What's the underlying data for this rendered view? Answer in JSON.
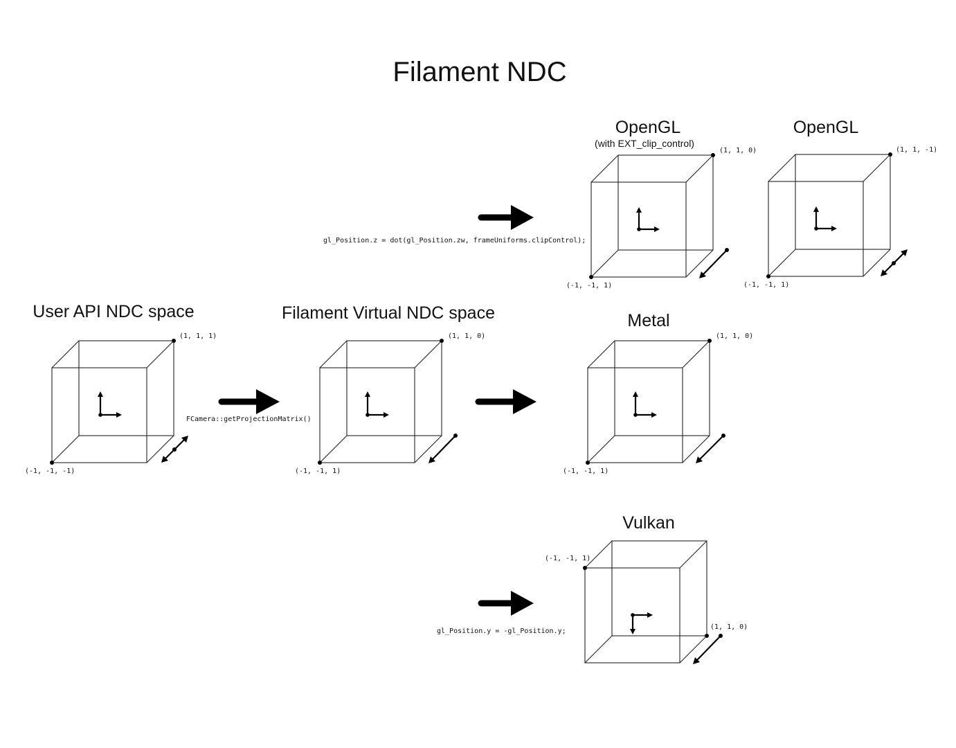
{
  "page_title": "Filament NDC",
  "colors": {
    "ink": "#000000",
    "background": "#ffffff"
  },
  "cubes": [
    {
      "id": "user-api",
      "title": "User API NDC space",
      "subtitle": "",
      "corner_max": "(1, 1, 1)",
      "corner_min": "(-1, -1, -1)",
      "depth_arrow": "double",
      "y_axis": "up"
    },
    {
      "id": "filament-virtual",
      "title": "Filament Virtual NDC space",
      "subtitle": "",
      "corner_max": "(1, 1, 0)",
      "corner_min": "(-1, -1, 1)",
      "depth_arrow": "single",
      "y_axis": "up"
    },
    {
      "id": "opengl-clip-control",
      "title": "OpenGL",
      "subtitle": "(with EXT_clip_control)",
      "corner_max": "(1, 1, 0)",
      "corner_min": "(-1, -1, 1)",
      "depth_arrow": "single",
      "y_axis": "up"
    },
    {
      "id": "opengl",
      "title": "OpenGL",
      "subtitle": "",
      "corner_max": "(1, 1, -1)",
      "corner_min": "(-1, -1, 1)",
      "depth_arrow": "double",
      "y_axis": "up"
    },
    {
      "id": "metal",
      "title": "Metal",
      "subtitle": "",
      "corner_max": "(1, 1, 0)",
      "corner_min": "(-1, -1, 1)",
      "depth_arrow": "single",
      "y_axis": "up"
    },
    {
      "id": "vulkan",
      "title": "Vulkan",
      "subtitle": "",
      "corner_max": "(1, 1, 0)",
      "corner_min": "(-1, -1, 1)",
      "depth_arrow": "single",
      "y_axis": "down"
    }
  ],
  "transforms": [
    {
      "id": "projection",
      "label": "FCamera::getProjectionMatrix()"
    },
    {
      "id": "opengl-z",
      "label": "gl_Position.z = dot(gl_Position.zw, frameUniforms.clipControl);"
    },
    {
      "id": "metal",
      "label": ""
    },
    {
      "id": "vulkan-y",
      "label": "gl_Position.y = -gl_Position.y;"
    }
  ]
}
